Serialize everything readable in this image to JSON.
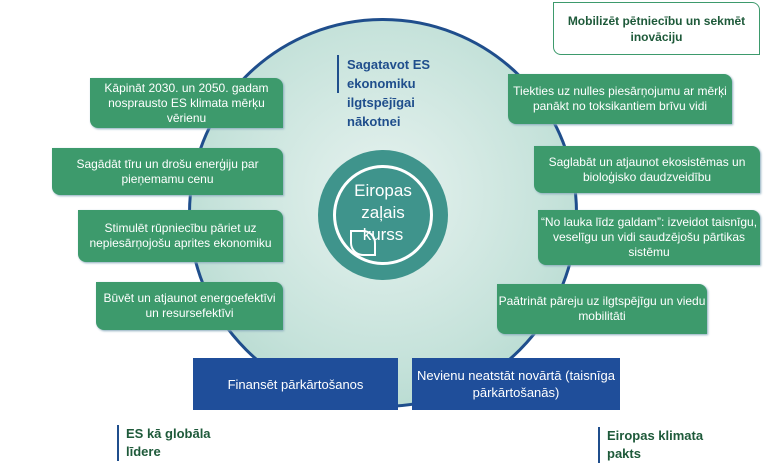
{
  "title": "Sagatavot ES ekonomiku ilgtspējīgai nākotnei",
  "center": {
    "line1": "Eiropas",
    "line2": "zaļais",
    "line3": "kurss"
  },
  "top_right": "Mobilizēt pētniecību un sekmēt inovāciju",
  "left_boxes": [
    "Kāpināt 2030. un 2050. gadam nosprausto ES klimata mērķu vērienu",
    "Sagādāt tīru un drošu enerģiju par pieņemamu cenu",
    "Stimulēt rūpniecību pāriet uz nepiesārņojošu aprites ekonomiku",
    "Būvēt un atjaunot energoefektīvi un resursefektīvi"
  ],
  "right_boxes": [
    "Tiekties uz nulles piesārņojumu ar mērķi panākt no toksikantiem brīvu vidi",
    "Saglabāt un atjaunot ekosistēmas un bioloģisko daudzveidību",
    "“No lauka līdz galdam”: izveidot taisnīgu, veselīgu un vidi saudzējošu pārtikas sistēmu",
    "Paātrināt pāreju uz ilgtspējīgu un viedu mobilitāti"
  ],
  "bottom_boxes": [
    "Finansēt pārkārtošanos",
    "Nevienu neatstāt novārtā (taisnīga pārkārtošanās)"
  ],
  "footer_left": "ES kā globāla līdere",
  "footer_right": "Eiropas klimata pakts"
}
